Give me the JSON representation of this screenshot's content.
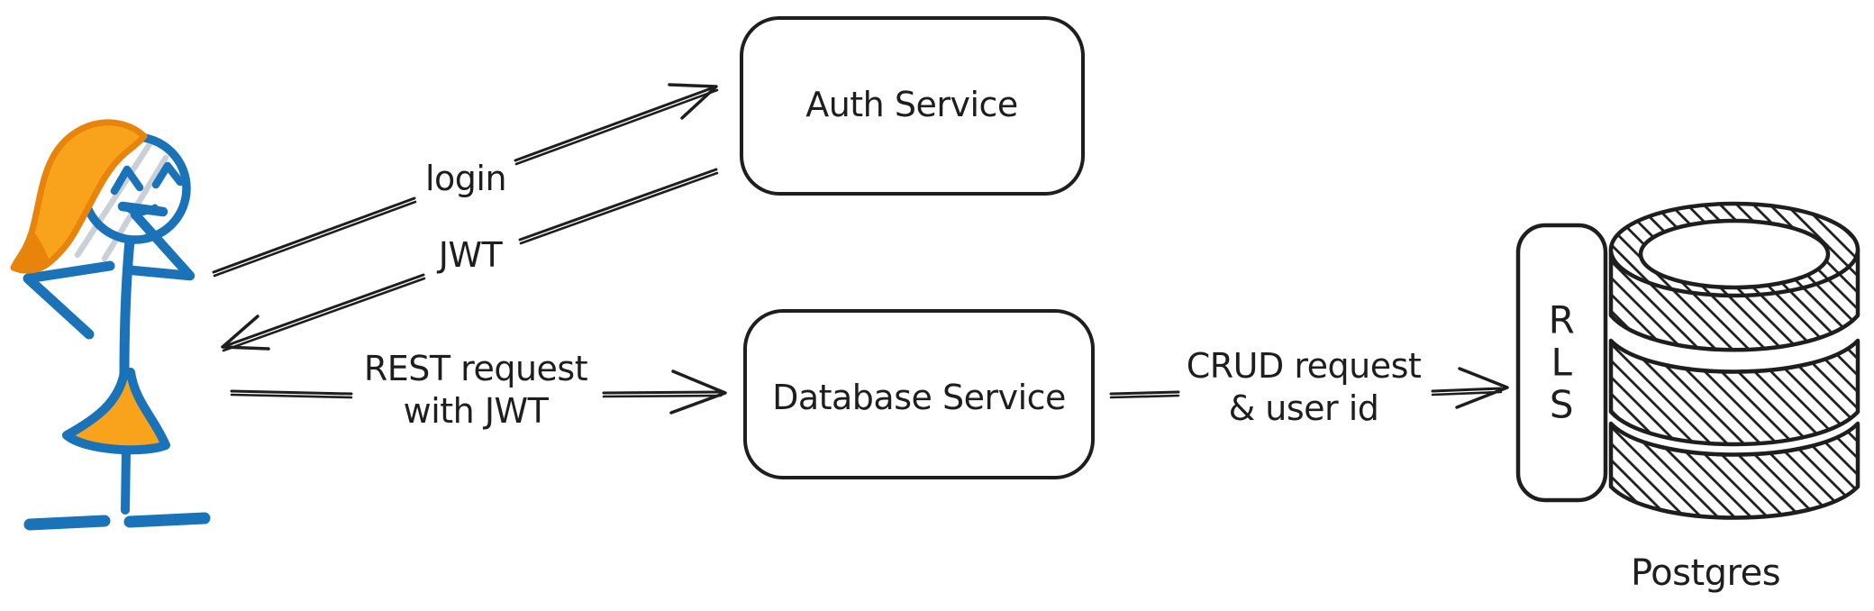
{
  "canvas": {
    "background": "#ffffff",
    "ink_color": "#1e1e1e"
  },
  "actor": {
    "icon": "stick-figure-user",
    "colors": {
      "body_blue": "#1a72b8",
      "hair_orange": "#f9a31c",
      "hair_outline": "#e8830c",
      "face_streaks": "#c9d0d8"
    }
  },
  "nodes": {
    "auth_service": {
      "label": "Auth Service"
    },
    "database_service": {
      "label": "Database Service"
    },
    "rls": {
      "letters": [
        "R",
        "L",
        "S"
      ]
    },
    "postgres": {
      "label": "Postgres",
      "icon": "database-cylinder"
    }
  },
  "arrows": {
    "login": {
      "label": "login",
      "from": "user",
      "to": "auth_service"
    },
    "jwt": {
      "label": "JWT",
      "from": "auth_service",
      "to": "user"
    },
    "rest": {
      "label_line1": "REST request",
      "label_line2": "with JWT",
      "from": "user",
      "to": "database_service"
    },
    "crud": {
      "label_line1": "CRUD request",
      "label_line2": "& user id",
      "from": "database_service",
      "to": "rls"
    }
  }
}
